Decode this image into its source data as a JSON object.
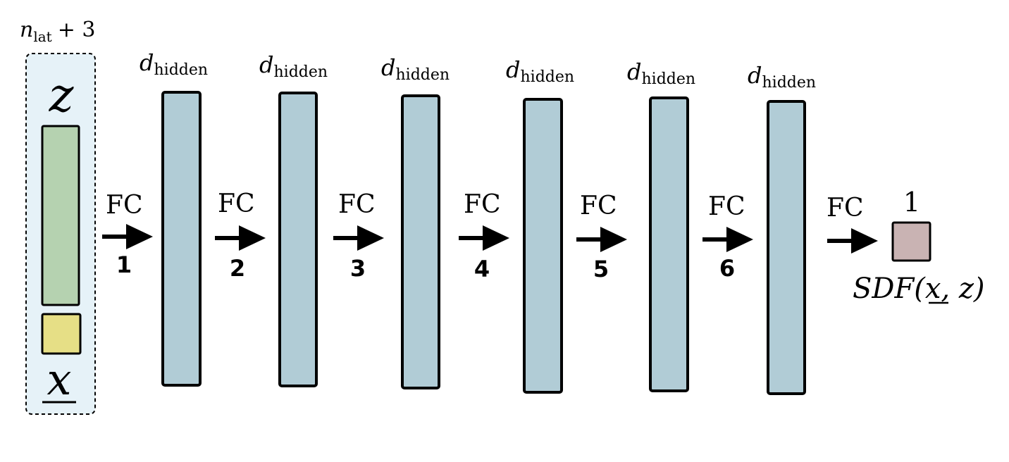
{
  "input": {
    "size_label_var": "n",
    "size_label_sub": "lat",
    "size_label_rest": "+ 3",
    "latent_symbol": "z",
    "coord_symbol": "x",
    "colors": {
      "group_fill": "#e6f2f8",
      "latent_fill": "#b5d2b0",
      "coord_fill": "#e6df86"
    }
  },
  "layers": [
    {
      "dim_var": "d",
      "dim_sub": "hidden"
    },
    {
      "dim_var": "d",
      "dim_sub": "hidden"
    },
    {
      "dim_var": "d",
      "dim_sub": "hidden"
    },
    {
      "dim_var": "d",
      "dim_sub": "hidden"
    },
    {
      "dim_var": "d",
      "dim_sub": "hidden"
    },
    {
      "dim_var": "d",
      "dim_sub": "hidden"
    }
  ],
  "layer_color": "#b1ccd6",
  "connections": [
    {
      "label": "FC",
      "index": "1"
    },
    {
      "label": "FC",
      "index": "2"
    },
    {
      "label": "FC",
      "index": "3"
    },
    {
      "label": "FC",
      "index": "4"
    },
    {
      "label": "FC",
      "index": "5"
    },
    {
      "label": "FC",
      "index": "6"
    },
    {
      "label": "FC",
      "index": ""
    }
  ],
  "output": {
    "size_label": "1",
    "label_fn": "SDF(",
    "label_x": "x",
    "label_rest": ", z)",
    "color": "#c9b3b3"
  }
}
